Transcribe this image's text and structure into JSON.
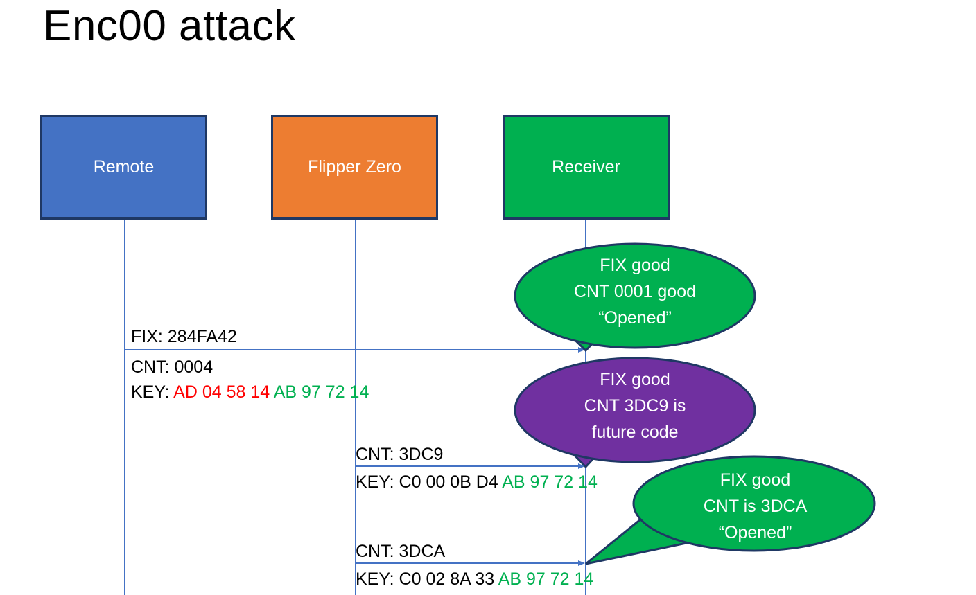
{
  "slide": {
    "title": "Enc00 attack",
    "background": "#FFFFFF"
  },
  "colors": {
    "remote": "#4472C4",
    "flipper": "#ED7D31",
    "receiver": "#00B050",
    "bubble_good": "#00B050",
    "bubble_future": "#7030A0",
    "border": "#1F3864",
    "line": "#4472C4",
    "hex_red": "#FF0000",
    "hex_green": "#00B050",
    "text": "#000000"
  },
  "actors": [
    {
      "id": "remote",
      "label": "Remote",
      "color": "#4472C4"
    },
    {
      "id": "flipper",
      "label": "Flipper Zero",
      "color": "#ED7D31"
    },
    {
      "id": "receiver",
      "label": "Receiver",
      "color": "#00B050"
    }
  ],
  "messages": [
    {
      "id": "msg1",
      "from": "remote",
      "to": "receiver",
      "line1": "FIX: 284FA42",
      "line2": "CNT: 0004",
      "key_label": "KEY: ",
      "key_red": "AD 04 58 14",
      "key_green": " AB 97 72 14"
    },
    {
      "id": "msg2",
      "from": "flipper",
      "to": "receiver",
      "line1": "CNT: 3DC9",
      "key_label": "KEY: C0 00 0B D4",
      "key_green": " AB 97 72 14"
    },
    {
      "id": "msg3",
      "from": "flipper",
      "to": "receiver",
      "line1": "CNT: 3DCA",
      "key_label": "KEY: C0 02 8A 33",
      "key_green": " AB 97 72 14"
    }
  ],
  "bubbles": [
    {
      "id": "bubble1",
      "color": "#00B050",
      "line1": "FIX good",
      "line2": "CNT 0001 good",
      "line3": "“Opened”"
    },
    {
      "id": "bubble2",
      "color": "#7030A0",
      "line1": "FIX good",
      "line2": "CNT 3DC9 is",
      "line3": "future code"
    },
    {
      "id": "bubble3",
      "color": "#00B050",
      "line1": "FIX good",
      "line2": "CNT is 3DCA",
      "line3": "“Opened”"
    }
  ]
}
